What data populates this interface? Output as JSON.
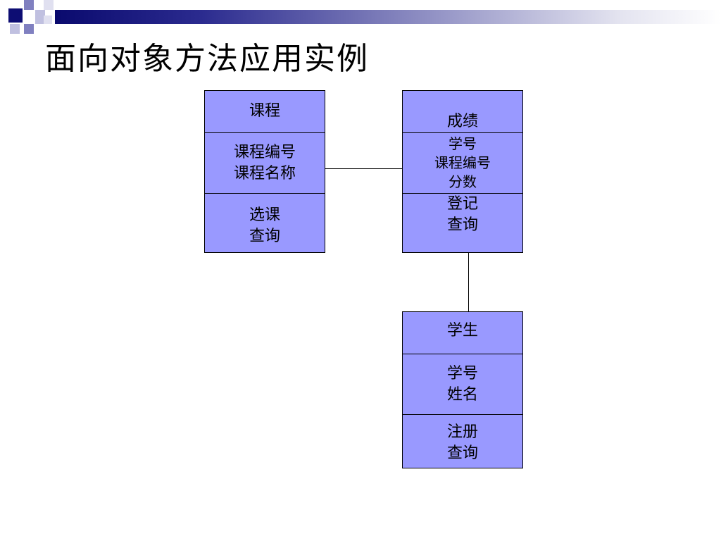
{
  "slide": {
    "title": "面向对象方法应用实例"
  },
  "classes": {
    "course": {
      "name": "课程",
      "attributes": [
        "课程编号",
        "课程名称"
      ],
      "methods": [
        "选课",
        "查询"
      ]
    },
    "grade": {
      "name": "成绩",
      "attributes": [
        "学号",
        "课程编号",
        "分数"
      ],
      "methods": [
        "登记",
        "查询"
      ]
    },
    "student": {
      "name": "学生",
      "attributes": [
        "学号",
        "姓名"
      ],
      "methods": [
        "注册",
        "查询"
      ]
    }
  },
  "colors": {
    "box_fill": "#9999ff",
    "border": "#000000",
    "top_bar_dark": "#0a0a6e"
  }
}
